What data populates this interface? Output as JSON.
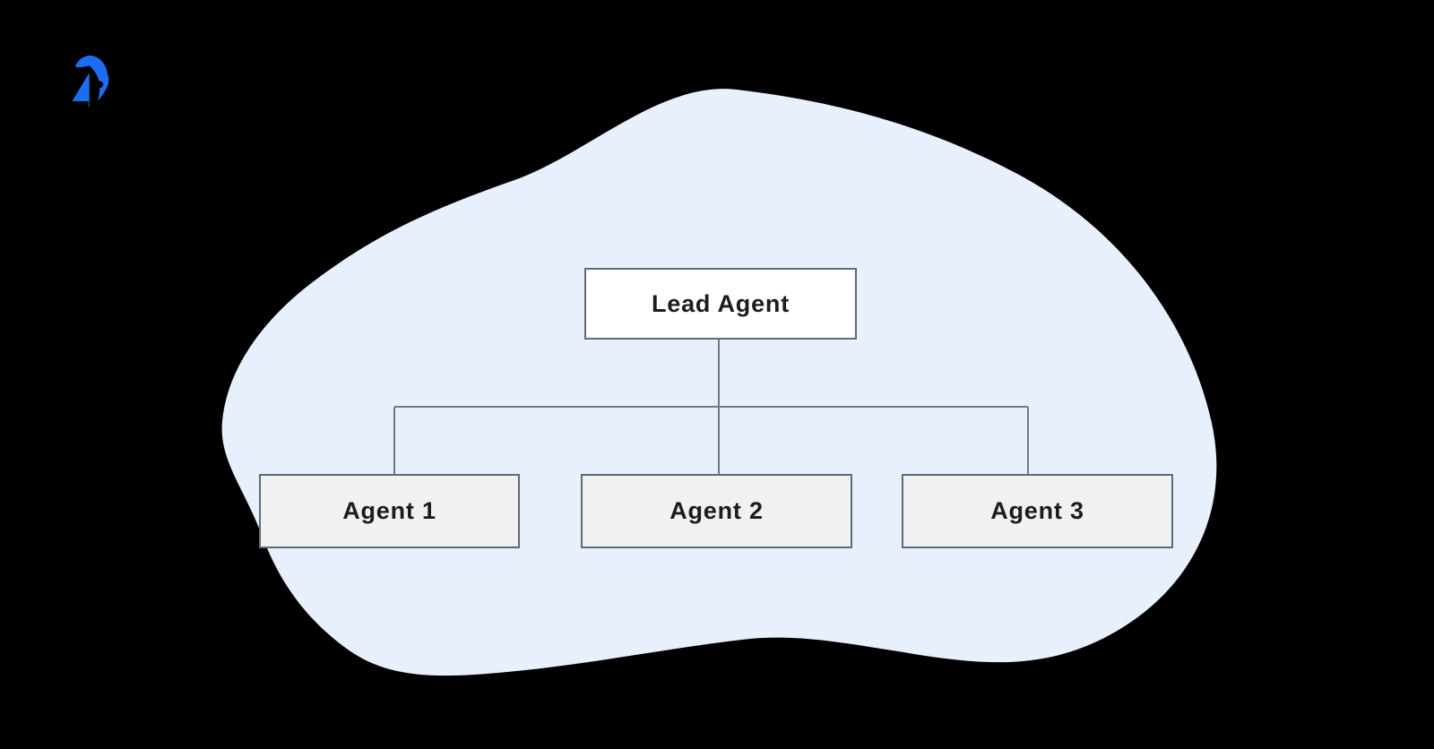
{
  "colors": {
    "page_background": "#000000",
    "blob_fill": "#E8F0FD",
    "lead_box_fill": "#FFFFFF",
    "agent_box_fill": "#F1F1F2",
    "box_border": "#5F6B76",
    "connector_line": "#6E7B87",
    "label_text": "#1A1C1F",
    "logo_blue": "#1B6EF3",
    "logo_stem": "#134E4A"
  },
  "diagram": {
    "root": {
      "label": "Lead Agent"
    },
    "children": [
      {
        "label": "Agent 1"
      },
      {
        "label": "Agent 2"
      },
      {
        "label": "Agent 3"
      }
    ]
  }
}
